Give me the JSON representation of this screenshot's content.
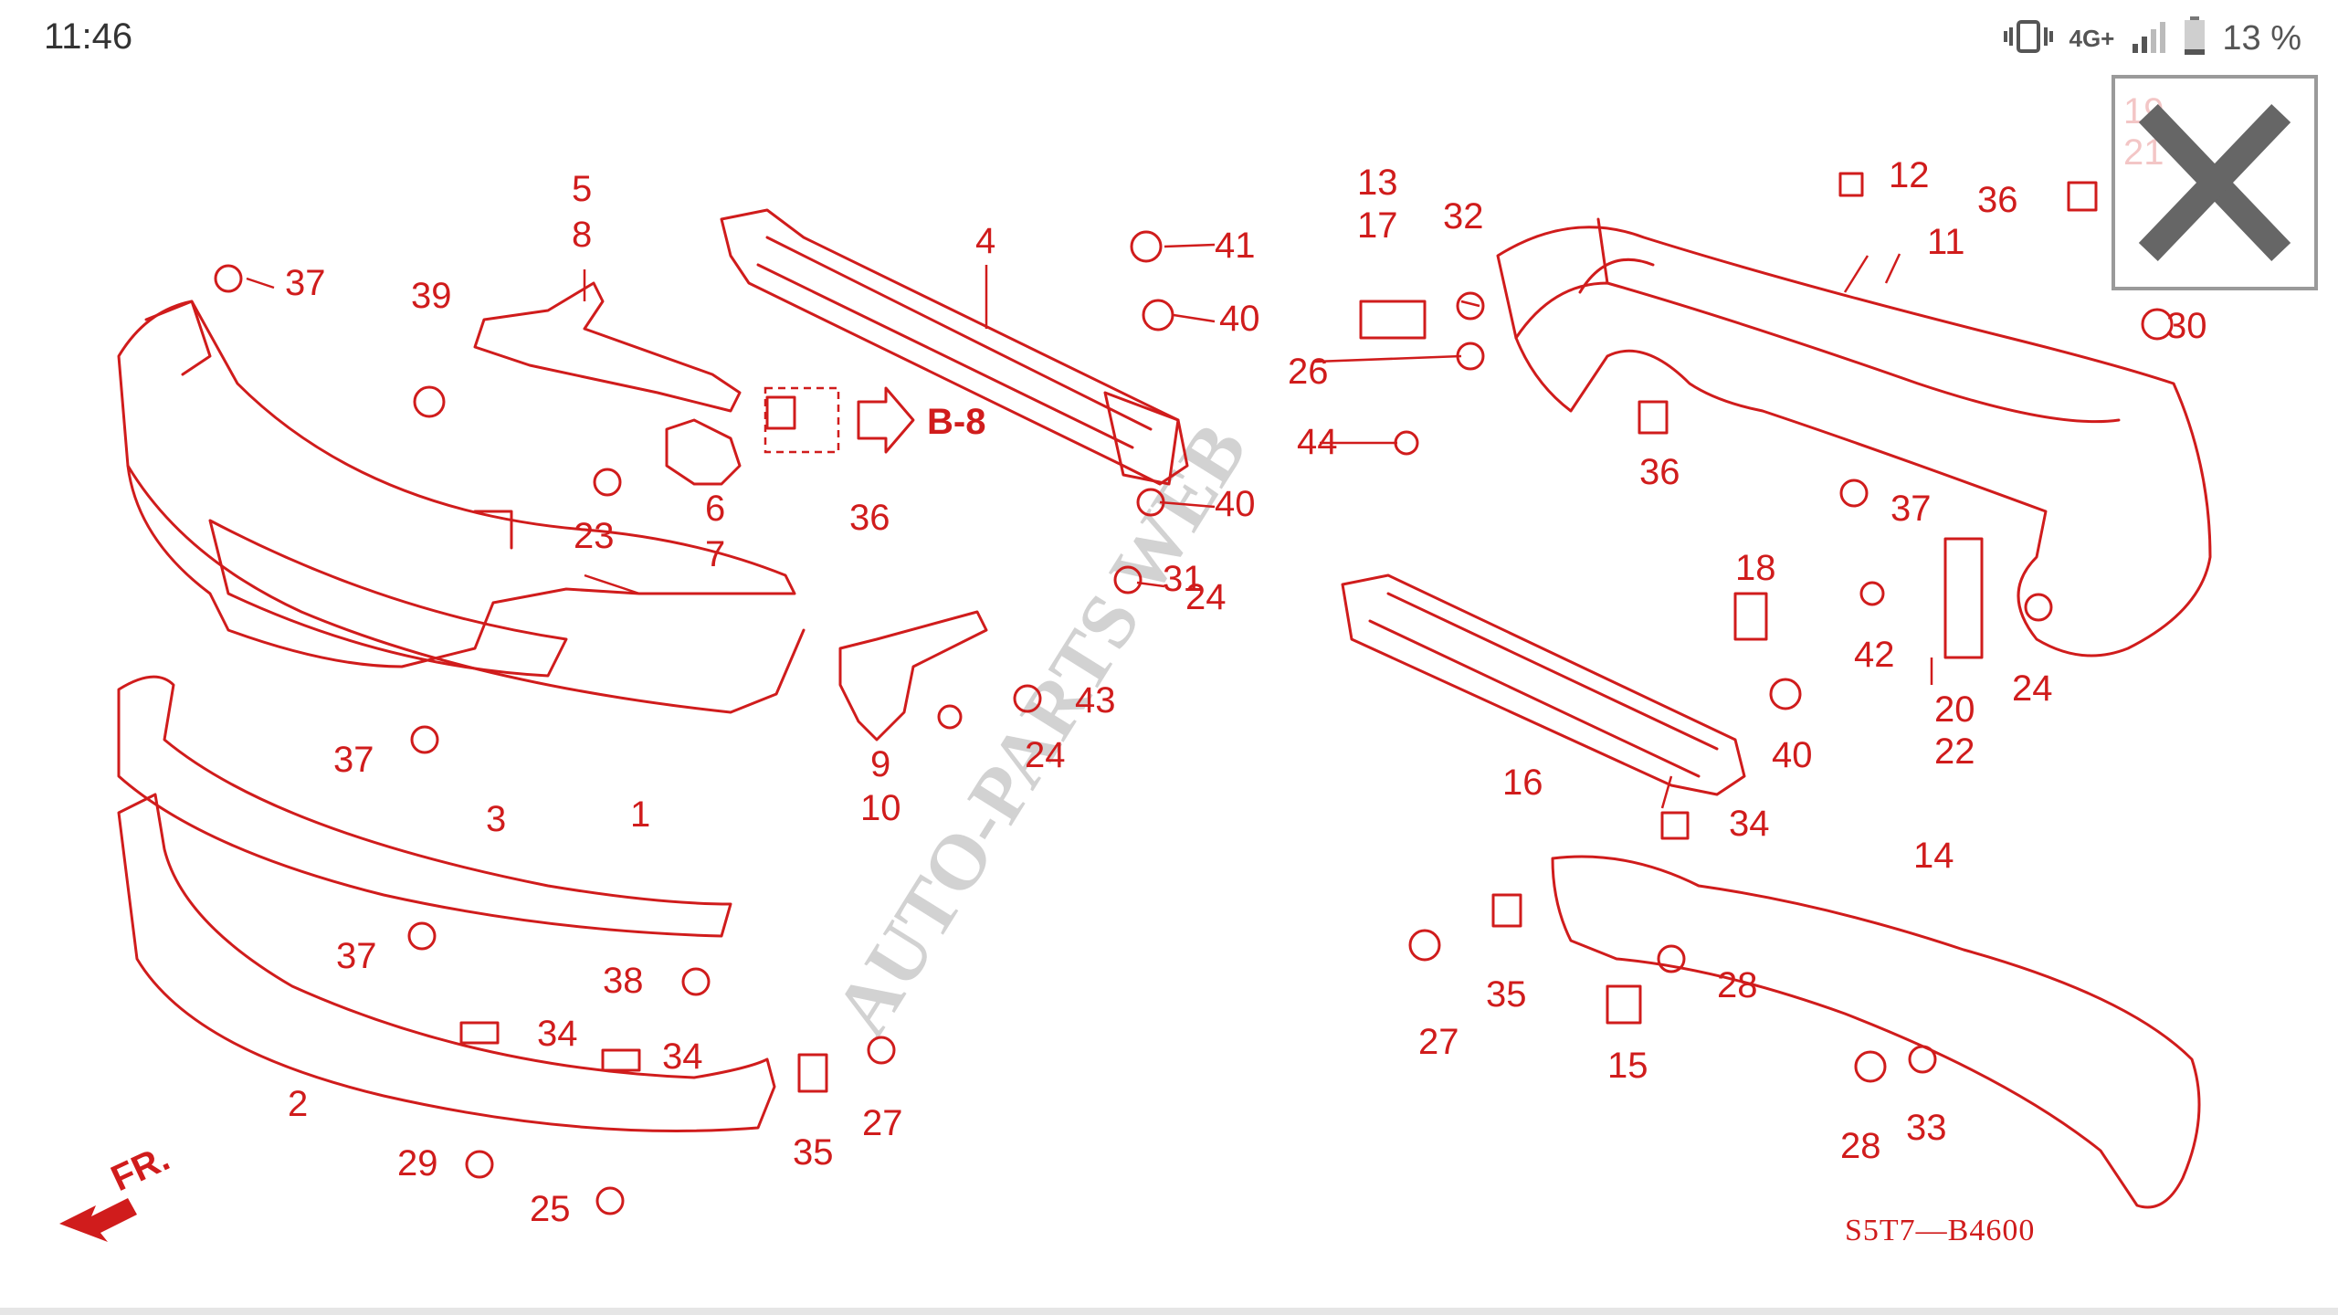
{
  "status_bar": {
    "time": "11:46",
    "network": "4G+",
    "battery_percent": "13 %",
    "icons": [
      "vibrate-icon",
      "network-icon",
      "signal-icon",
      "battery-icon"
    ]
  },
  "diagram": {
    "code": "S5T7—B4600",
    "watermark": "AUTO-PARTS WEB",
    "ref_label": "B-8",
    "front_label": "FR.",
    "color": "#d01c1c",
    "callouts": [
      "1",
      "2",
      "3",
      "4",
      "5",
      "8",
      "6",
      "7",
      "9",
      "10",
      "12",
      "11",
      "13",
      "17",
      "15",
      "14",
      "16",
      "18",
      "19",
      "21",
      "20",
      "22",
      "23",
      "24",
      "24",
      "24",
      "25",
      "26",
      "27",
      "27",
      "28",
      "28",
      "29",
      "30",
      "31",
      "32",
      "33",
      "34",
      "34",
      "34",
      "35",
      "35",
      "36",
      "36",
      "36",
      "37",
      "37",
      "37",
      "37",
      "38",
      "39",
      "40",
      "40",
      "40",
      "41",
      "42",
      "43",
      "44"
    ]
  },
  "close_button": {
    "icon": "close-icon"
  }
}
